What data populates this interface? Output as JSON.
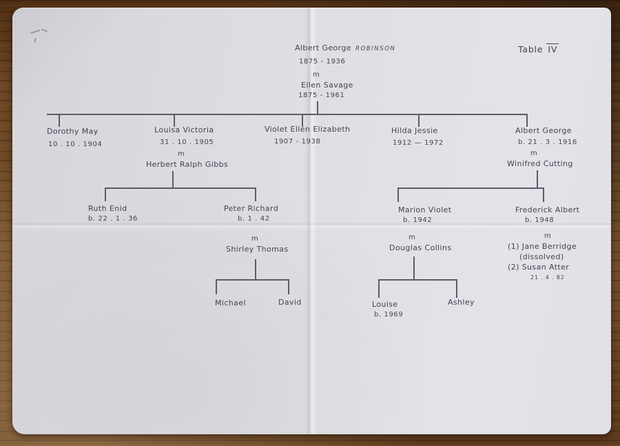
{
  "table_label": {
    "word": "Table",
    "numeral": "IV"
  },
  "tree": {
    "root": {
      "name": "Albert George",
      "surname": "ROBINSON",
      "dates": "1875 - 1936",
      "marriage": "m",
      "spouse": "Ellen Savage",
      "spouse_dates": "1875 - 1961"
    },
    "gen1": {
      "dorothy": {
        "name": "Dorothy May",
        "dates": "10 . 10 . 1904"
      },
      "louisa": {
        "name": "Louisa Victoria",
        "dates": "31 . 10 . 1905",
        "marriage": "m",
        "spouse": "Herbert Ralph Gibbs"
      },
      "violet": {
        "name": "Violet Ellen Elizabeth",
        "dates": "1907   -   1938"
      },
      "hilda": {
        "name": "Hilda Jessie",
        "dates": "1912 — 1972"
      },
      "albert": {
        "name": "Albert George",
        "dates": "b. 21 . 3 . 1916",
        "marriage": "m",
        "spouse": "Winifred Cutting"
      }
    },
    "gen2": {
      "ruth": {
        "name": "Ruth Enid",
        "dates": "b. 22 . 1 . 36"
      },
      "peter": {
        "name": "Peter Richard",
        "dates": "b. 1 . 42",
        "marriage": "m",
        "spouse": "Shirley Thomas"
      },
      "marion": {
        "name": "Marion Violet",
        "dates": "b. 1942",
        "marriage": "m",
        "spouse": "Douglas Collins"
      },
      "frederick": {
        "name": "Frederick Albert",
        "dates": "b. 1948",
        "marriage": "m",
        "marriage1": "(1)  Jane Berridge",
        "marriage1_note": "(dissolved)",
        "marriage2": "(2)  Susan Atter",
        "marriage2_date": "21 . 4 . 82"
      }
    },
    "gen3": {
      "michael": {
        "name": "Michael"
      },
      "david": {
        "name": "David"
      },
      "louise": {
        "name": "Louise",
        "dates": "b. 1969"
      },
      "ashley": {
        "name": "Ashley"
      }
    }
  }
}
